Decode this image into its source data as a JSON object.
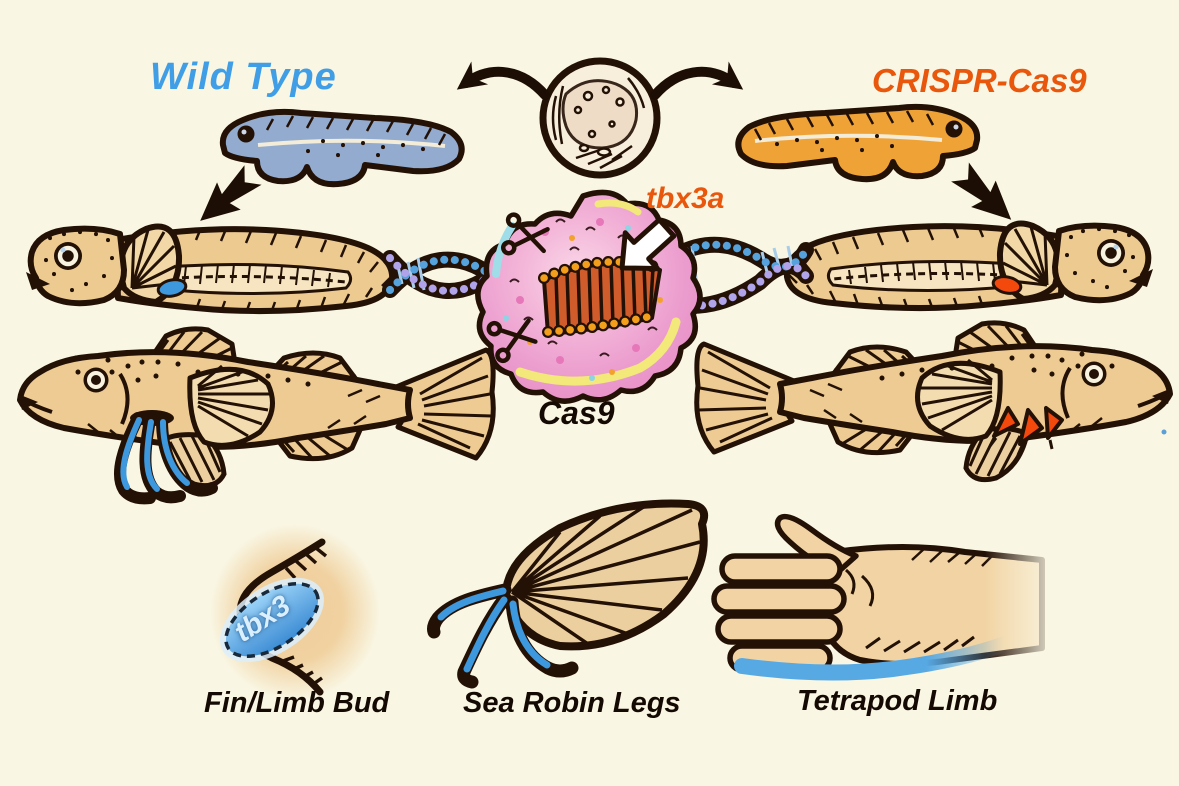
{
  "labels": {
    "wild_type": "Wild Type",
    "crispr": "CRISPR-Cas9",
    "gene": "tbx3a",
    "protein": "Cas9",
    "bud_gene": "tbx3",
    "fin_limb_bud": "Fin/Limb Bud",
    "sea_robin_legs": "Sea Robin Legs",
    "tetrapod_limb": "Tetrapod Limb"
  },
  "colors": {
    "background": "#f9f6e3",
    "outline": "#241106",
    "wild_type_text_blue": "#3f9ee6",
    "crispr_text_orange": "#e8570c",
    "embryo_wildtype_blue": "#92abce",
    "embryo_crispr_orange": "#efa236",
    "fish_body_tan": "#edcb92",
    "leg_blue": "#3d98dd",
    "mutant_leg_orange": "#f4490c",
    "protein_pink": "#f3b5d8",
    "protein_yellow": "#f3e87a",
    "dna_bead_blue": "#55a2dd",
    "dna_bead_purple": "#b1a3ea",
    "target_dna_orange": "#f49f1c",
    "bud_oval_blue": "#3c8cd4"
  }
}
